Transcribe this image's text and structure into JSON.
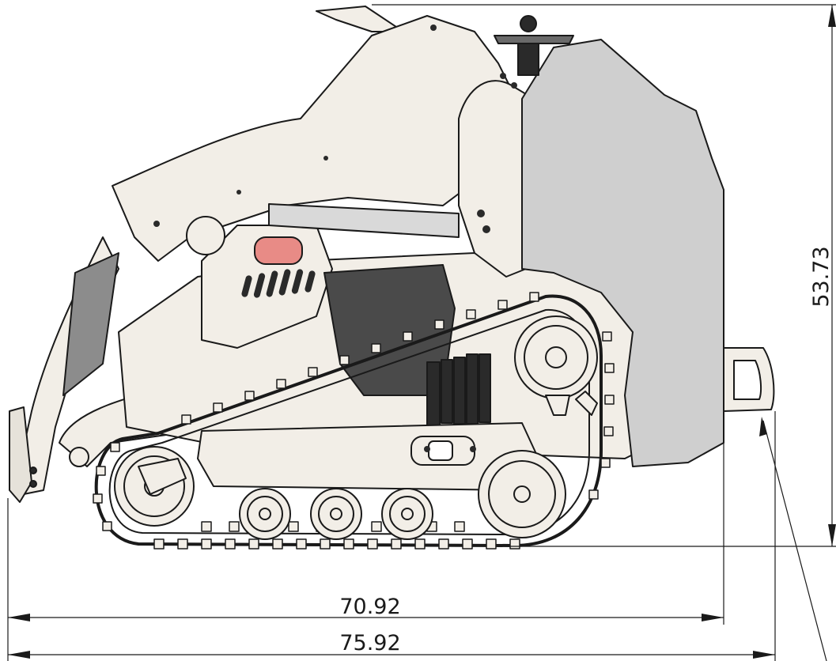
{
  "drawing": {
    "subject": "compact-track-loader-side-view",
    "dimensions": {
      "overall_length": "70.92",
      "overall_length_with_step": "75.92",
      "overall_height": "53.73"
    },
    "colors": {
      "body": "#f2eee7",
      "outline": "#1a1a1a",
      "engine_cover": "#cfcfcf",
      "dark_parts": "#2a2a2a",
      "hydraulic_cylinder": "#d9d9d9",
      "warning_light": "#e88b86"
    }
  }
}
